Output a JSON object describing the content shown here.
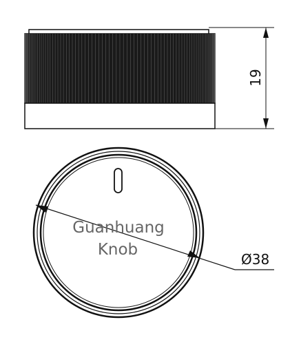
{
  "drawing": {
    "height_dimension": "19",
    "diameter_dimension": "Ø38",
    "watermark_line1": "Guanhuang",
    "watermark_line2": "Knob",
    "indicator_shape": "slot-indicator",
    "colors": {
      "line": "#111111",
      "knurl_dark": "#1a1a1a",
      "watermark": "#666666",
      "background": "#ffffff"
    }
  }
}
